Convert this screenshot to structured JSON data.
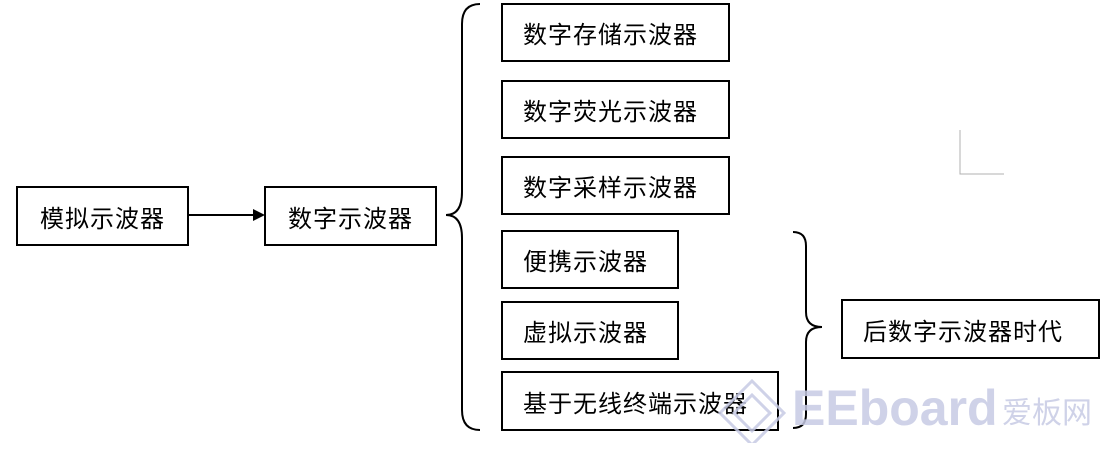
{
  "nodes": {
    "analog": "模拟示波器",
    "digital": "数字示波器",
    "branches_main": [
      "数字存储示波器",
      "数字荧光示波器",
      "数字采样示波器"
    ],
    "branches_post": [
      "便携示波器",
      "虚拟示波器",
      "基于无线终端示波器"
    ],
    "era": "后数字示波器时代"
  },
  "watermark": {
    "brand": "EEboard",
    "brand_cn": "爱板网",
    "color": "#c7cbe4"
  }
}
